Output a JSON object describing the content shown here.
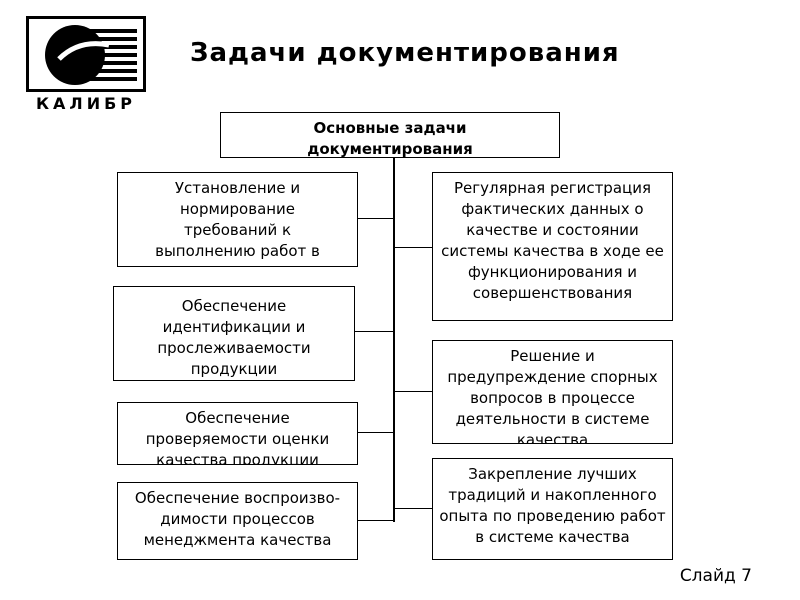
{
  "logo": {
    "text": "КАЛИБР",
    "icon": "kalibr-logo"
  },
  "title": "Задачи документирования",
  "diagram": {
    "root": "Основные задачи документирования",
    "left": [
      "Установление и нормирование требований к выполнению работ в системе качества",
      "Обеспечение идентификации  и прослеживаемости продукции",
      "Обеспечение проверяемости оценки качества продукции",
      "Обеспечение воспроизво-димости процессов менеджмента качества"
    ],
    "right": [
      "Регулярная регистрация фактических данных о качестве и состоянии системы качества в ходе ее функционирования и совершенствования",
      "Решение и предупреждение спорных вопросов в процессе деятельности в системе качества",
      "Закрепление лучших традиций и накопленного опыта по проведению работ в системе качества"
    ]
  },
  "slide_label": "Слайд  7"
}
